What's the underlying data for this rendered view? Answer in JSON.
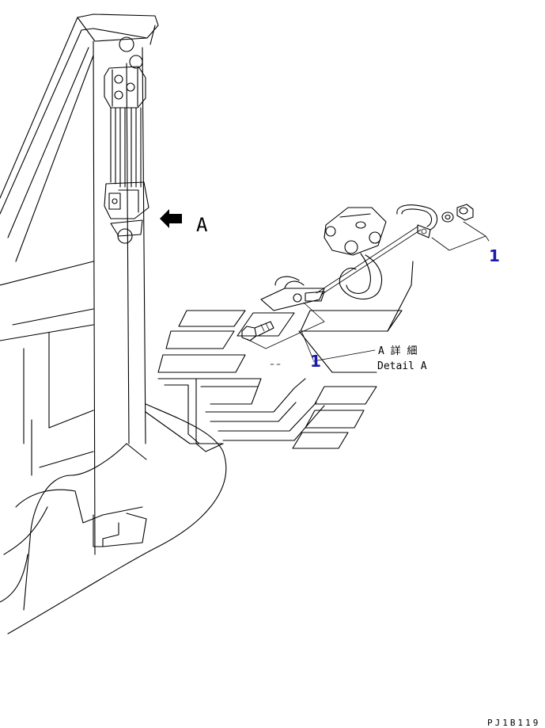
{
  "view_label": "A",
  "callout_primary": "1",
  "callout_secondary": "1",
  "detail_title_jp": "A 詳 細",
  "detail_title_en": "Detail A",
  "drawing_code": "PJ1B119",
  "colors": {
    "line": "#000000",
    "callout": "#1a1aa8"
  }
}
